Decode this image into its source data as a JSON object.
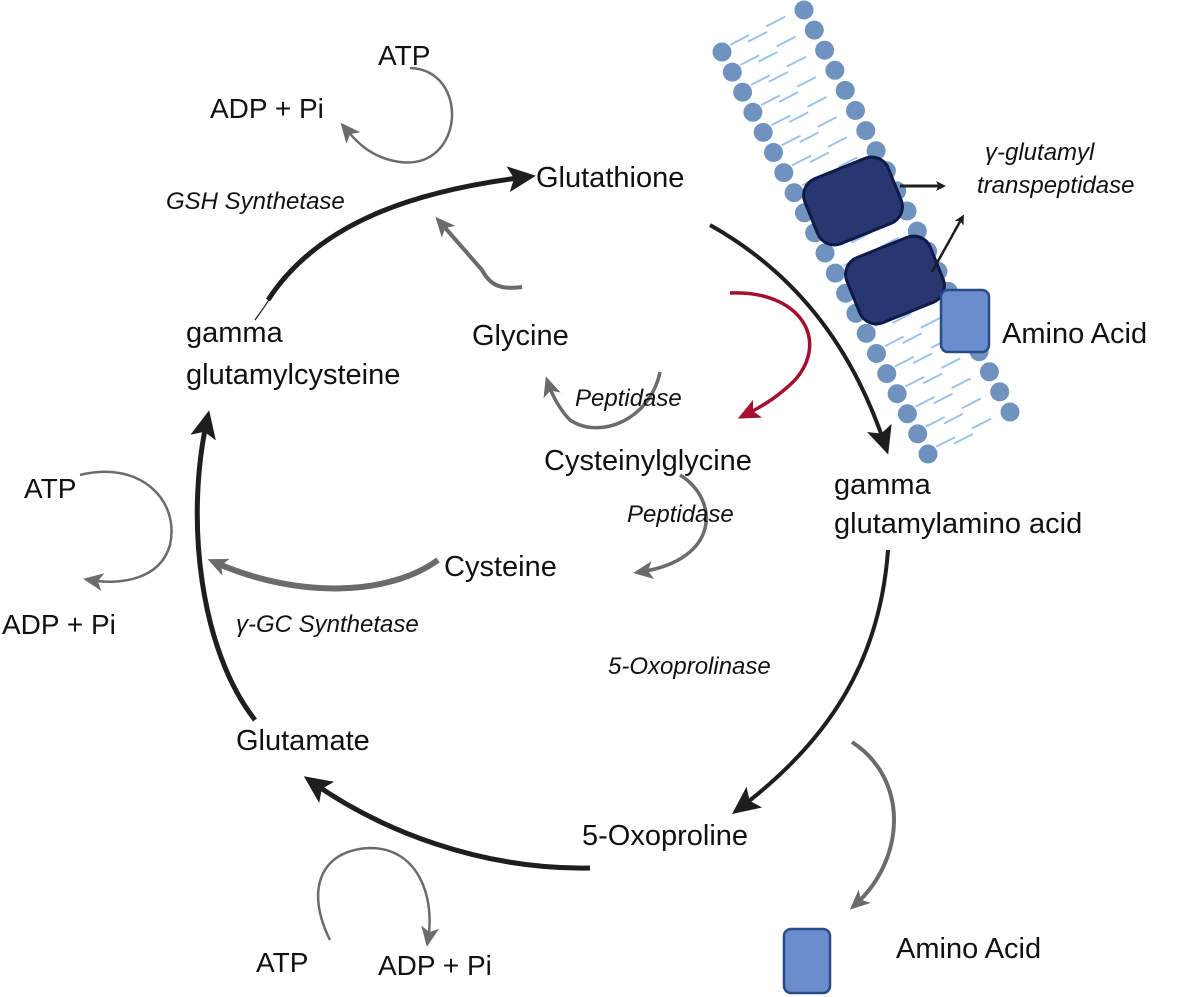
{
  "title": "Gamma-glutamyl cycle (glutathione metabolism)",
  "colors": {
    "main_arrow": "#1e1e1e",
    "side_arrow": "#6b6b6b",
    "red_arrow": "#a3102e",
    "lipid_head": "#7092bf",
    "lipid_tail": "#9ec3ea",
    "enzyme_fill": "#283770",
    "enzyme_stroke": "#0e1a4a",
    "amino_acid_fill": "#6a8ecb",
    "amino_acid_stroke": "#2a4a8a"
  },
  "metabolites": {
    "glutathione": "Glutathione",
    "gamma_glutamylcysteine_line1": "gamma",
    "gamma_glutamylcysteine_line2": "glutamylcysteine",
    "glycine": "Glycine",
    "cysteinylglycine": "Cysteinylglycine",
    "cysteine": "Cysteine",
    "gamma_glutamylamino_line1": "gamma",
    "gamma_glutamylamino_line2": "glutamylamino acid",
    "glutamate": "Glutamate",
    "oxoproline": "5-Oxoproline",
    "amino_acid_membrane": "Amino Acid",
    "amino_acid_bottom": "Amino Acid"
  },
  "enzymes": {
    "gsh_synthetase": "GSH Synthetase",
    "peptidase_1": "Peptidase",
    "peptidase_2": "Peptidase",
    "gc_synthetase": "γ-GC Synthetase",
    "oxoprolinase": "5-Oxoprolinase",
    "ggt_line1": "γ-glutamyl",
    "ggt_line2": "transpeptidase"
  },
  "energy": {
    "top_atp": "ATP",
    "top_adp": "ADP + Pi",
    "left_atp": "ATP",
    "left_adp": "ADP + Pi",
    "bottom_atp": "ATP",
    "bottom_adp": "ADP + Pi"
  }
}
